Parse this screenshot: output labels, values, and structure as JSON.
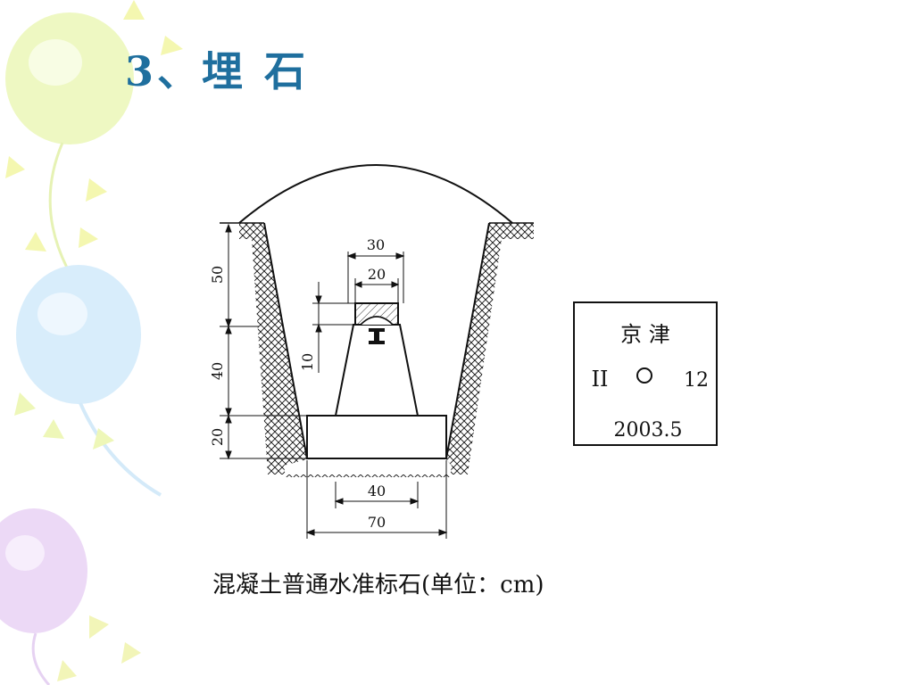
{
  "slide": {
    "title": "3、埋 石",
    "caption": "混凝土普通水准标石(单位：cm)"
  },
  "diagram": {
    "dimensions": {
      "top_width": "30",
      "inner_width": "20",
      "cap_height": "10",
      "depth_upper": "50",
      "depth_middle": "40",
      "depth_base": "20",
      "base_inner_width": "40",
      "base_width": "70"
    },
    "marker_plate": {
      "name": "京 津",
      "grade": "II",
      "number": "12",
      "date": "2003.5"
    }
  },
  "colors": {
    "title": "#1f6f9e",
    "line": "#111111",
    "balloon_yellow": "#eef8c0",
    "balloon_blue": "#d6ecfb",
    "balloon_purple": "#ecd8f6"
  }
}
